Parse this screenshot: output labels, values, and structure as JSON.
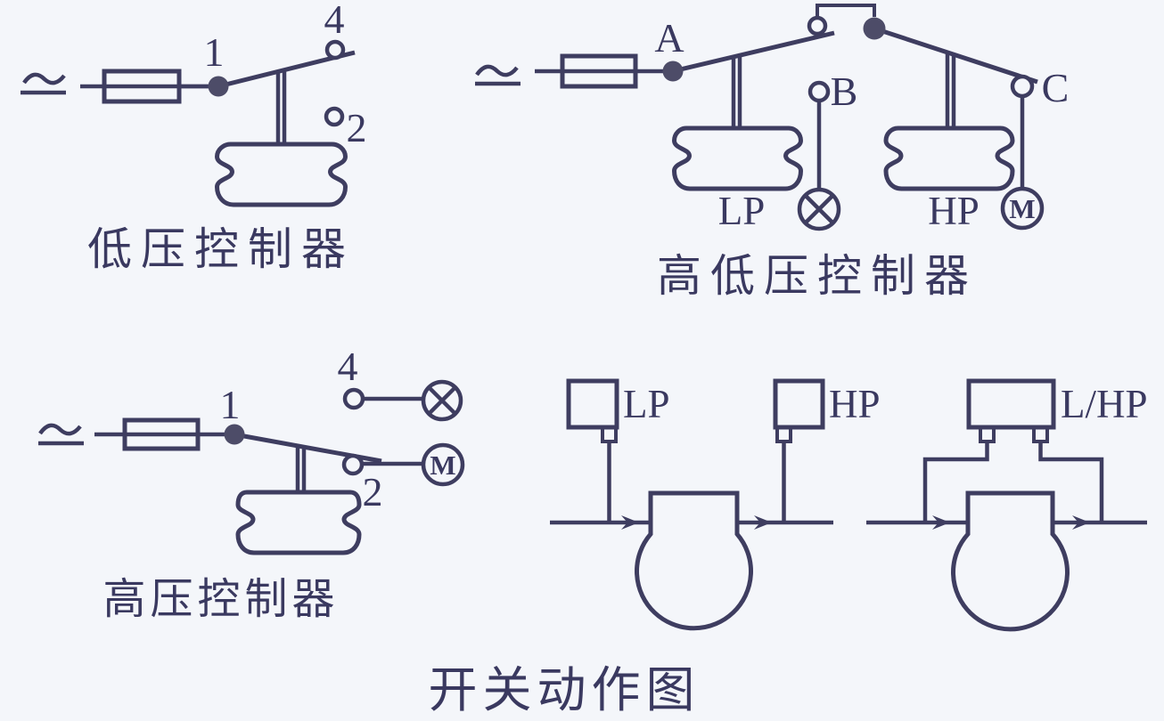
{
  "colors": {
    "bg": "#f4f6fa",
    "line": "#3e3d60",
    "text": "#3a3960",
    "dot": "#4d4c68"
  },
  "diagrams": {
    "low_pressure": {
      "caption": "低压控制器",
      "terminal_common": "1",
      "terminal_upper": "4",
      "terminal_lower": "2"
    },
    "high_low_pressure": {
      "caption": "高低压控制器",
      "terminal_common": "A",
      "terminal_lamp": "B",
      "terminal_motor": "C",
      "low_bellows_label": "LP",
      "high_bellows_label": "HP",
      "motor_letter": "M"
    },
    "high_pressure": {
      "caption": "高压控制器",
      "terminal_common": "1",
      "terminal_upper": "4",
      "terminal_lower": "2",
      "motor_letter": "M"
    },
    "switch_action": {
      "caption": "开关动作图",
      "low_switch_label": "LP",
      "high_switch_label": "HP",
      "dual_switch_label": "L/HP"
    }
  }
}
